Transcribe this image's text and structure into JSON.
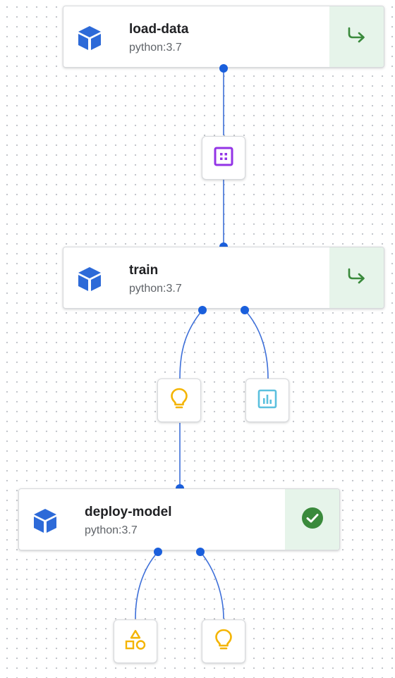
{
  "colors": {
    "edge": "#3d6fd9",
    "port": "#1a5fdc",
    "cube": "#2d6ad8",
    "status_bg": "#e6f4ea",
    "status_green": "#3a8a3c",
    "artifact_purple": "#9334e6",
    "artifact_yellow": "#f4b400",
    "artifact_teal": "#5bc0de"
  },
  "tasks": [
    {
      "name": "load-data",
      "image": "python:3.7",
      "icon": "cube-icon",
      "status_icon": "cached-arrow-icon"
    },
    {
      "name": "train",
      "image": "python:3.7",
      "icon": "cube-icon",
      "status_icon": "cached-arrow-icon"
    },
    {
      "name": "deploy-model",
      "image": "python:3.7",
      "icon": "cube-icon",
      "status_icon": "success-check-icon"
    }
  ],
  "artifacts": [
    {
      "icon": "dataset-grid-icon"
    },
    {
      "icon": "model-lightbulb-icon"
    },
    {
      "icon": "metrics-chart-icon"
    },
    {
      "icon": "shapes-icon"
    },
    {
      "icon": "model-lightbulb-icon"
    }
  ]
}
